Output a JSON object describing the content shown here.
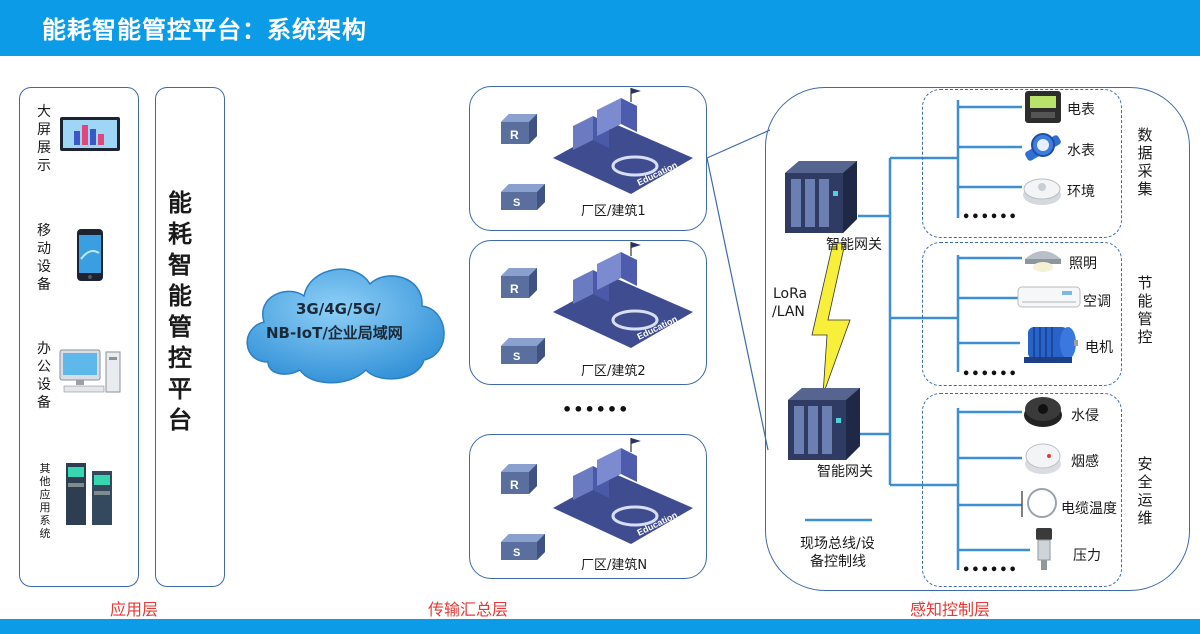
{
  "header": {
    "title": "能耗智能管控平台：系统架构"
  },
  "application_layer": {
    "label": "应用层",
    "items": [
      "大屏展示",
      "移动设备",
      "办公设备",
      "其他应用系统"
    ],
    "platform": "能耗智能管控平台"
  },
  "transport_layer": {
    "label": "传输汇总层",
    "cloud": [
      "3G/4G/5G/",
      "NB-IoT/企业局域网"
    ],
    "router_letter": "R",
    "switch_letter": "S",
    "building_tag": "Education",
    "sites": [
      "厂区/建筑1",
      "厂区/建筑2",
      "厂区/建筑N"
    ],
    "ellipsis": "••••••"
  },
  "sensing_layer": {
    "label": "感知控制层",
    "gateway_top": "智能网关",
    "gateway_bottom": "智能网关",
    "link": [
      "LoRa",
      "/LAN"
    ],
    "bus_label": [
      "现场总线/设",
      "备控制线"
    ],
    "groups": [
      {
        "title": "数据采集",
        "items": [
          "电表",
          "水表",
          "环境"
        ],
        "more": "••••••"
      },
      {
        "title": "节能管控",
        "items": [
          "照明",
          "空调",
          "电机"
        ],
        "more": "••••••"
      },
      {
        "title": "安全运维",
        "items": [
          "水侵",
          "烟感",
          "电缆温度",
          "压力"
        ],
        "more": "••••••"
      }
    ]
  },
  "colors": {
    "header": "#0c9be6",
    "line": "#3f6aa8",
    "bus": "#3d8fd1",
    "layer_label": "#e53935",
    "lightning": "#f7ef3a"
  }
}
